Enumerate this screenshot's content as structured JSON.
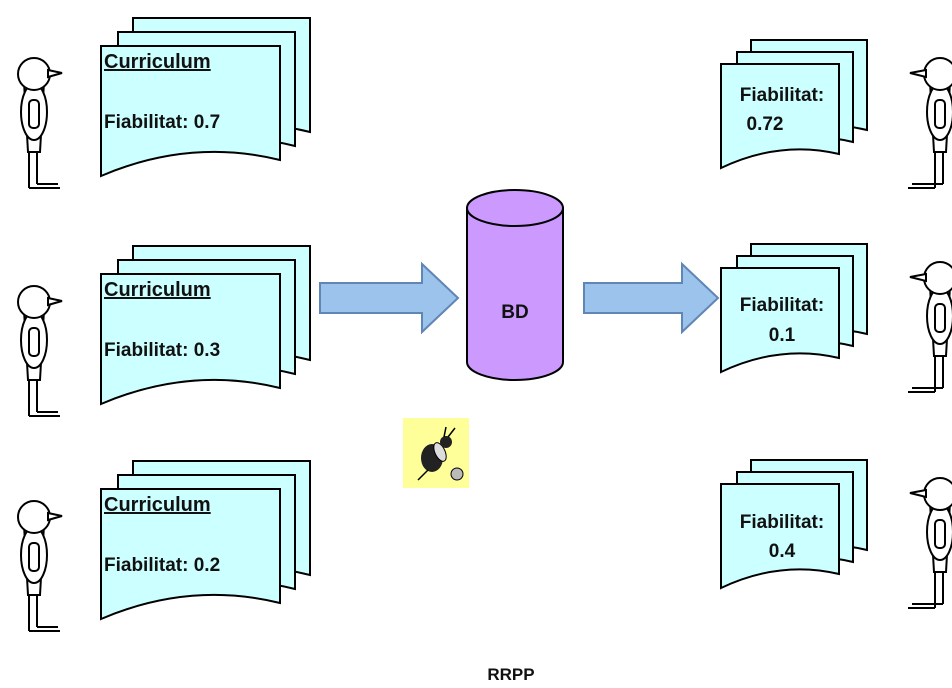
{
  "colors": {
    "doc_fill": "#ccffff",
    "arrow_fill": "#9cc3ec",
    "arrow_stroke": "#5f86b5",
    "db_fill": "#cc99ff",
    "bee_bg": "#ffff99"
  },
  "curriculums": [
    {
      "title": "Curriculum",
      "reliability": "Fiabilitat: 0.7"
    },
    {
      "title": "Curriculum",
      "reliability": "Fiabilitat: 0.3"
    },
    {
      "title": "Curriculum",
      "reliability": "Fiabilitat: 0.2"
    }
  ],
  "database": {
    "label": "BD"
  },
  "outputs": [
    {
      "line1": "Fiabilitat:",
      "line2": "0.72"
    },
    {
      "line1": "Fiabilitat:",
      "line2": "0.1"
    },
    {
      "line1": "Fiabilitat:",
      "line2": "0.4"
    }
  ],
  "caption": "RRPP",
  "icons": [
    "person-icon",
    "person-icon-right",
    "bee-icon"
  ]
}
